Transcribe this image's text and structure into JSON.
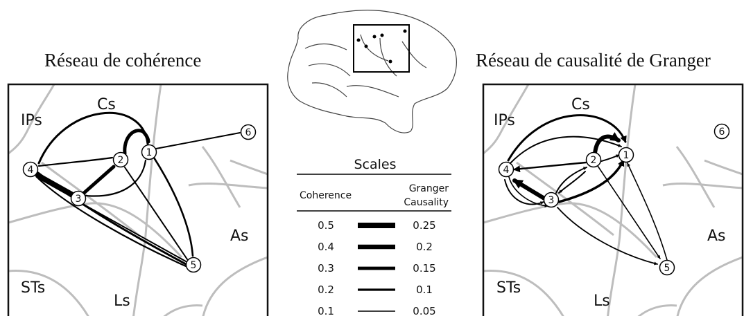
{
  "panels": {
    "left_title": "Réseau de cohérence",
    "right_title": "Réseau de causalité de Granger"
  },
  "regions": {
    "cs": "Cs",
    "ips": "IPs",
    "as": "As",
    "sts": "STs",
    "ls": "Ls"
  },
  "nodes": [
    "1",
    "2",
    "3",
    "4",
    "5",
    "6"
  ],
  "scales": {
    "title": "Scales",
    "coherence_header": "Coherence",
    "granger_header_line1": "Granger",
    "granger_header_line2": "Causality",
    "rows": [
      {
        "coherence": "0.5",
        "granger": "0.25",
        "weight": 5
      },
      {
        "coherence": "0.4",
        "granger": "0.2",
        "weight": 4
      },
      {
        "coherence": "0.3",
        "granger": "0.15",
        "weight": 3
      },
      {
        "coherence": "0.2",
        "granger": "0.1",
        "weight": 2
      },
      {
        "coherence": "0.1",
        "granger": "0.05",
        "weight": 1
      }
    ]
  },
  "colors": {
    "sulci": "#bdbdbd",
    "lines": "#000000",
    "frame": "#111111"
  }
}
